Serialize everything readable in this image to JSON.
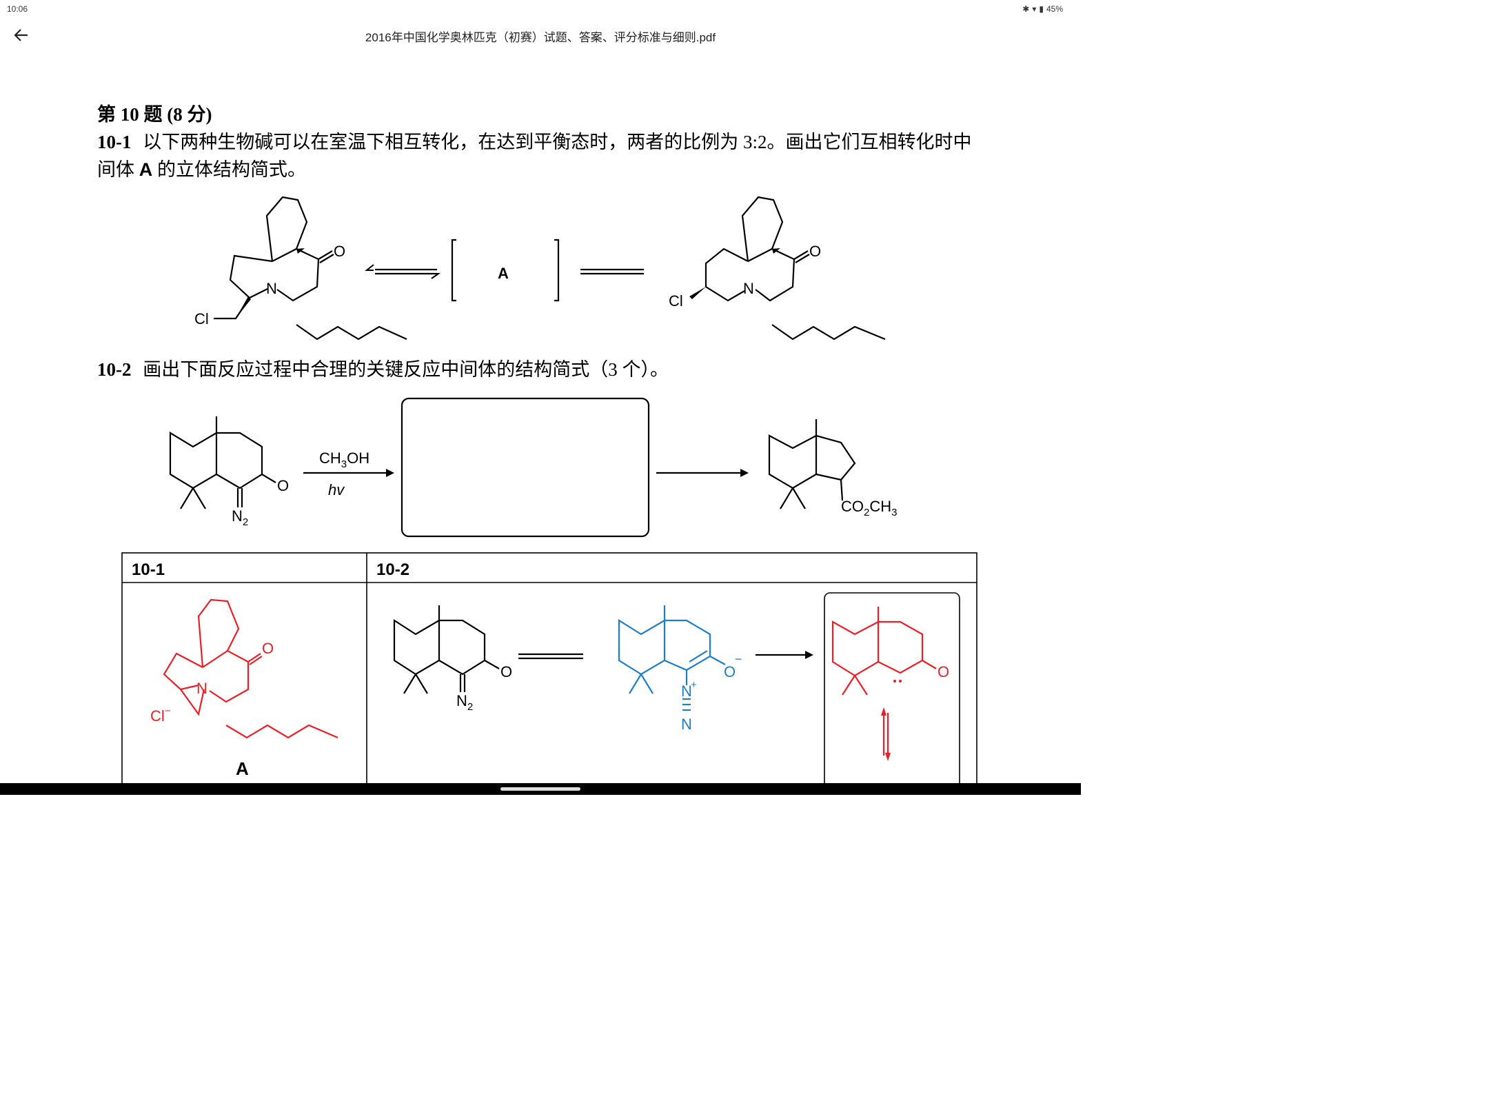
{
  "status": {
    "time": "10:06",
    "battery": "45%"
  },
  "appbar": {
    "title": "2016年中国化学奥林匹克（初赛）试题、答案、评分标准与细则.pdf"
  },
  "q": {
    "heading": "第 10 题  (8 分)",
    "p1_num": "10-1",
    "p1_text": "以下两种生物碱可以在室温下相互转化，在达到平衡态时，两者的比例为 3:2。画出它们互相转化时中",
    "p1_line2_a": "间体 ",
    "p1_line2_b": "A",
    "p1_line2_c": " 的立体结构简式。",
    "p2_num": "10-2",
    "p2_text": "画出下面反应过程中合理的关键反应中间体的结构简式（3 个）。"
  },
  "scheme1": {
    "A": "A",
    "O": "O",
    "N": "N",
    "Cl": "Cl"
  },
  "scheme2": {
    "O": "O",
    "N2": "N",
    "sub2": "2",
    "reagent_ch3oh": "CH",
    "sub3": "3",
    "oh": "OH",
    "hv": "hv",
    "co2": "CO",
    "ch3": "CH"
  },
  "answer": {
    "col1": "10-1",
    "col2": "10-2",
    "A_label": "A",
    "Cl": "Cl",
    "minus": "−",
    "N": "N",
    "O": "O",
    "plus": "+"
  },
  "colors": {
    "red": "#ee1c24",
    "blue": "#1a7ec8"
  }
}
